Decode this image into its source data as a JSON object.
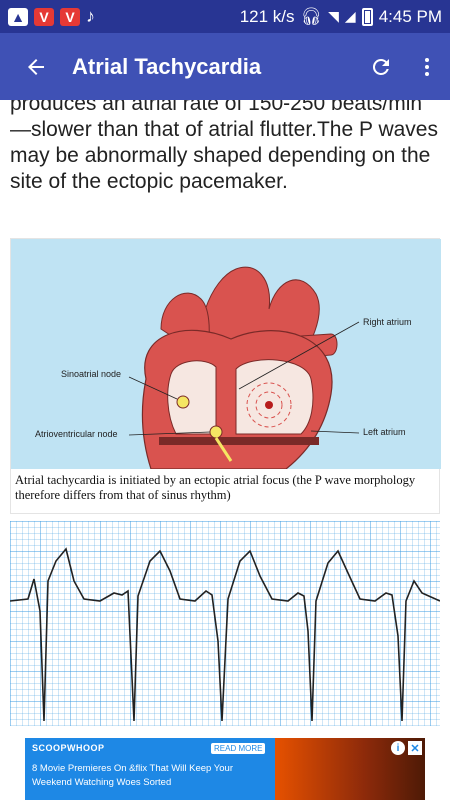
{
  "status_bar": {
    "net_speed": "121 k/s",
    "time": "4:45 PM",
    "icons": [
      "image-icon",
      "vivo-icon",
      "vivo-icon",
      "music-icon",
      "headphones-icon",
      "wifi-icon",
      "signal-icon",
      "battery-icon"
    ]
  },
  "app_bar": {
    "title": "Atrial Tachycardia",
    "back_icon": "arrow-back-icon",
    "refresh_icon": "refresh-icon",
    "menu_icon": "more-vert-icon"
  },
  "article": {
    "paragraph": "produces an atrial rate of 150-250 beats/min—slower than that of atrial flutter.The P waves may be abnormally shaped depending on the site of the ectopic pacemaker.",
    "figure1": {
      "label_sinoatrial": "Sinoatrial node",
      "label_av": "Atrioventricular node",
      "label_right_atrium": "Right atrium",
      "label_left_atrium": "Left atrium",
      "caption": "Atrial tachycardia is initiated by an ectopic atrial focus (the P wave morphology therefore differs from that of sinus rhythm)"
    }
  },
  "ad": {
    "brand": "SCOOPWHOOP",
    "read_more": "READ MORE",
    "headline": "8 Movie Premieres On &flix That Will Keep Your Weekend Watching Woes Sorted",
    "info_icon": "info-icon",
    "close_icon": "close-icon"
  },
  "colors": {
    "status_bar": "#283593",
    "app_bar": "#3f51b5",
    "ecg_grid": "#3b9be0",
    "figure_bg": "#bfe3f3",
    "heart": "#d9534f"
  }
}
